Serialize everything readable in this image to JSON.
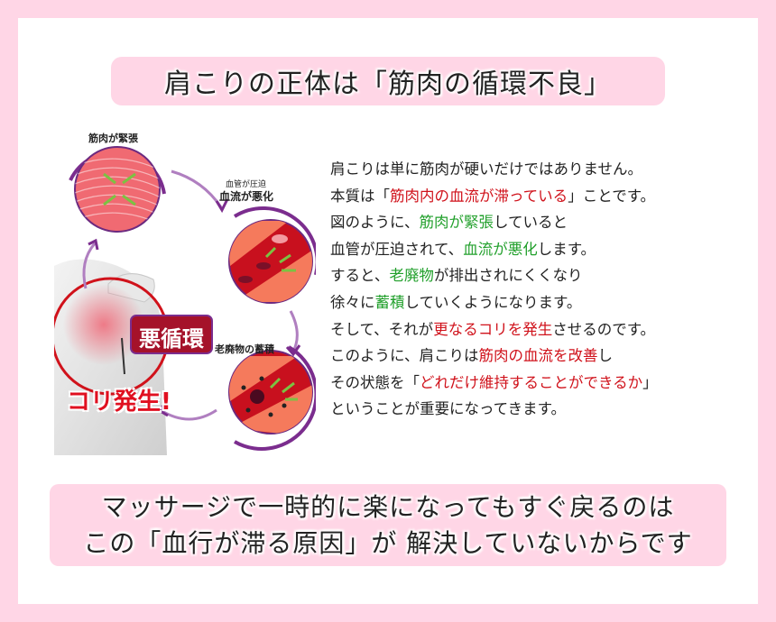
{
  "title": "肩こりの正体は「筋肉の循環不良」",
  "figure": {
    "labels": {
      "stage1": "筋肉が緊張",
      "stage2_sub": "血管が圧迫",
      "stage2": "血流が悪化",
      "stage3": "老廃物の蓄積",
      "center": "悪循環",
      "result": "コリ発生!"
    },
    "colors": {
      "muscle": "#f0606a",
      "ring": "#7b2d8e",
      "ring_accent": "#c0288a",
      "arrow": "#b07fc0",
      "green_arrow": "#7cc242",
      "badge": "#a5122a",
      "result_red": "#e01020"
    }
  },
  "body": {
    "lines": [
      [
        {
          "t": "肩こりは単に筋肉が硬いだけではありません。",
          "c": ""
        }
      ],
      [
        {
          "t": "本質は「",
          "c": ""
        },
        {
          "t": "筋肉内の血流が滞っている",
          "c": "red"
        },
        {
          "t": "」ことです。",
          "c": ""
        }
      ],
      [
        {
          "t": "図のように、",
          "c": ""
        },
        {
          "t": "筋肉が緊張",
          "c": "green"
        },
        {
          "t": "していると",
          "c": ""
        }
      ],
      [
        {
          "t": "血管が圧迫されて、",
          "c": ""
        },
        {
          "t": "血流が悪化",
          "c": "green"
        },
        {
          "t": "します。",
          "c": ""
        }
      ],
      [
        {
          "t": "すると、",
          "c": ""
        },
        {
          "t": "老廃物",
          "c": "green"
        },
        {
          "t": "が排出されにくくなり",
          "c": ""
        }
      ],
      [
        {
          "t": "徐々に",
          "c": ""
        },
        {
          "t": "蓄積",
          "c": "green"
        },
        {
          "t": "していくようになります。",
          "c": ""
        }
      ],
      [
        {
          "t": "そして、それが",
          "c": ""
        },
        {
          "t": "更なるコリを発生",
          "c": "red"
        },
        {
          "t": "させるのです。",
          "c": ""
        }
      ],
      [
        {
          "t": "このように、肩こりは",
          "c": ""
        },
        {
          "t": "筋肉の血流を改善",
          "c": "red"
        },
        {
          "t": "し",
          "c": ""
        }
      ],
      [
        {
          "t": "その状態を「",
          "c": ""
        },
        {
          "t": "どれだけ維持することができるか",
          "c": "red"
        },
        {
          "t": "」",
          "c": ""
        }
      ],
      [
        {
          "t": "ということが重要になってきます。",
          "c": ""
        }
      ]
    ]
  },
  "bottom": {
    "line1": "マッサージで一時的に楽になってもすぐ戻るのは",
    "line2": "この「血行が滞る原因」が 解決していないからです"
  }
}
